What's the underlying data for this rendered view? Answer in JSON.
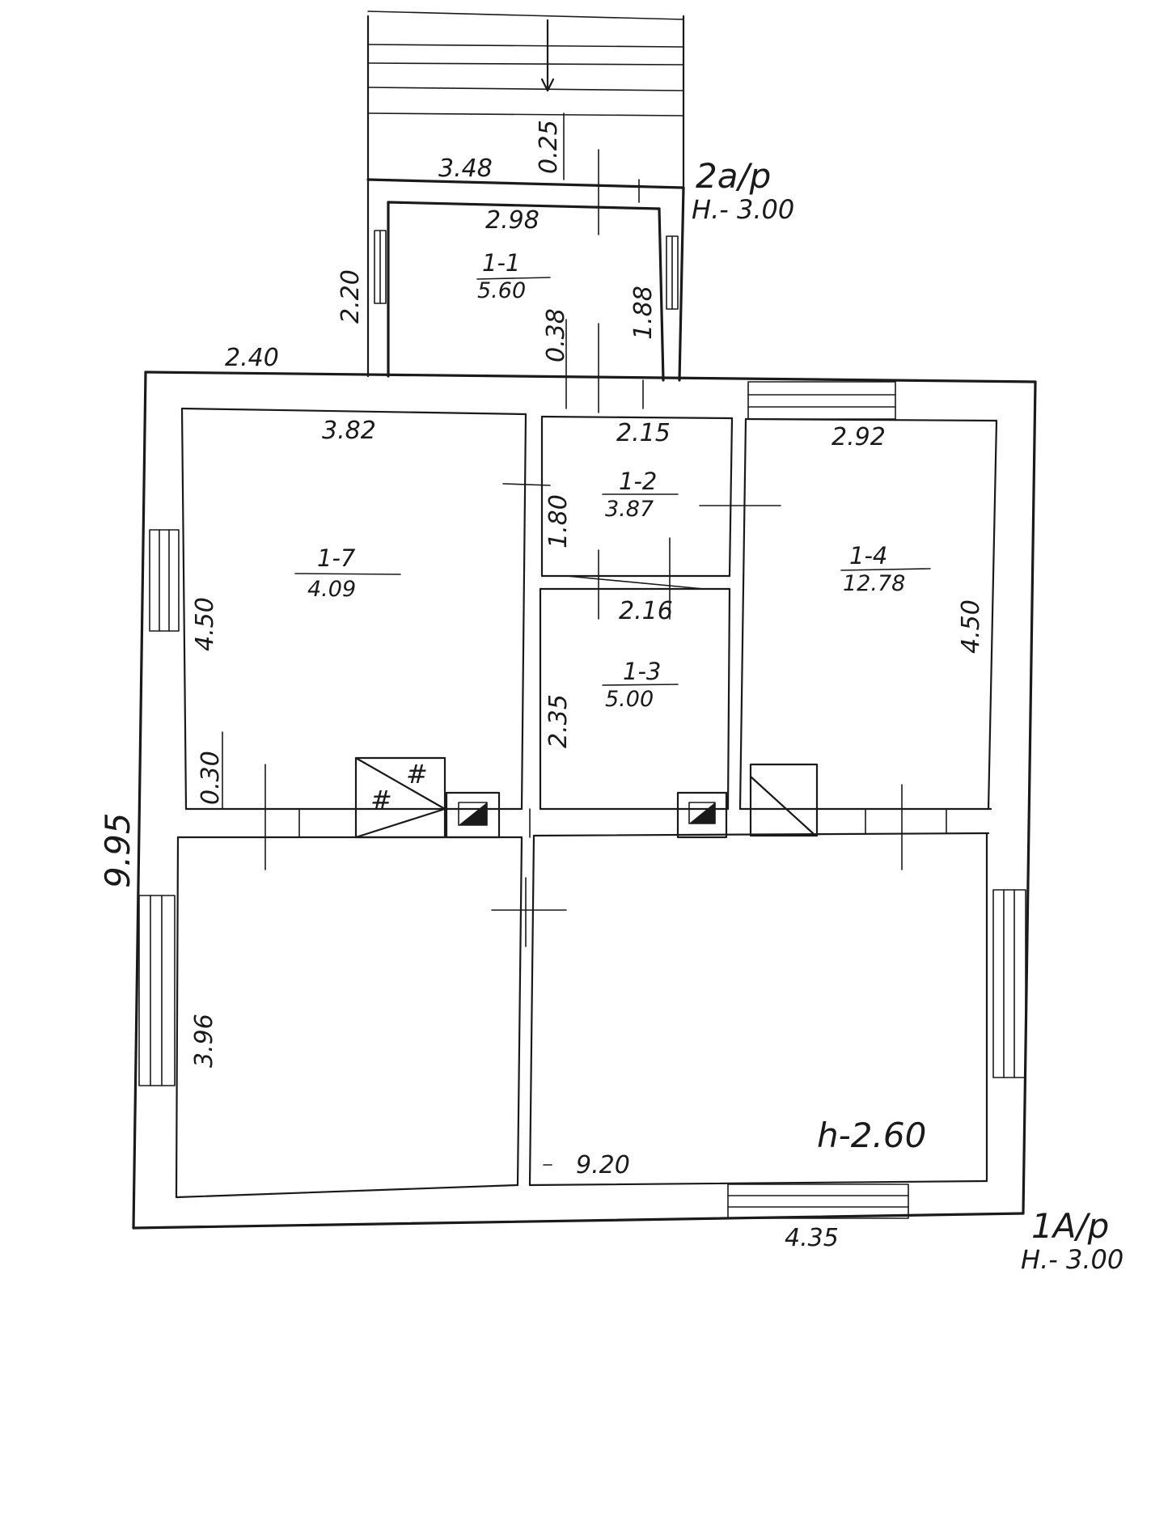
{
  "annex_2a": {
    "code": "2а/р",
    "height": "Н.- 3.00"
  },
  "main_1a": {
    "code": "1А/р",
    "height": "Н.- 3.00"
  },
  "rooms": {
    "r1_1": {
      "id": "1-1",
      "area": "5.60"
    },
    "r1_2": {
      "id": "1-2",
      "area": "3.87"
    },
    "r1_3": {
      "id": "1-3",
      "area": "5.00"
    },
    "r1_4": {
      "id": "1-4",
      "area": "12.78"
    },
    "r1_7": {
      "id": "1-7",
      "area": "4.09"
    }
  },
  "dims": {
    "annex_outer_width": "3.48",
    "annex_offset": "0.25",
    "annex_inner_width": "2.98",
    "annex_depth": "2.20",
    "room_1_1_side": "1.88",
    "annex_wall": "0.38",
    "left_offset": "2.40",
    "room_1_7_width": "3.82",
    "room_1_7_depth": "4.50",
    "room_1_2_width": "2.15",
    "room_1_2_depth": "1.80",
    "room_1_3_width": "2.16",
    "room_1_3_depth": "2.35",
    "room_1_4_width": "2.92",
    "room_1_4_depth": "4.50",
    "stove_gap": "0.30",
    "overall_depth": "9.95",
    "left_lower_depth": "3.96",
    "overall_width": "9.20",
    "lower_window": "4.35",
    "ceiling_height": "h-2.60"
  }
}
